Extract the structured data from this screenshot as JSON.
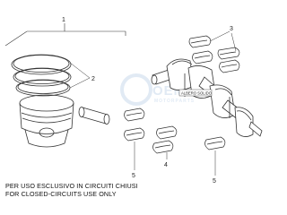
{
  "callouts": {
    "c1": "1",
    "c2": "2",
    "c3": "3",
    "c4": "4",
    "c5_left": "5",
    "c5_right": "5"
  },
  "shaft_label": "ALBERO SOLIDO",
  "watermark": "OEM MOTORPARTS",
  "note": {
    "line1": "PER USO ESCLUSIVO IN CIRCUITI CHIUSI",
    "line2": "FOR CLOSED-CIRCUITS USE ONLY"
  },
  "colors": {
    "line": "#333333",
    "watermark": "#c9d9ec"
  }
}
